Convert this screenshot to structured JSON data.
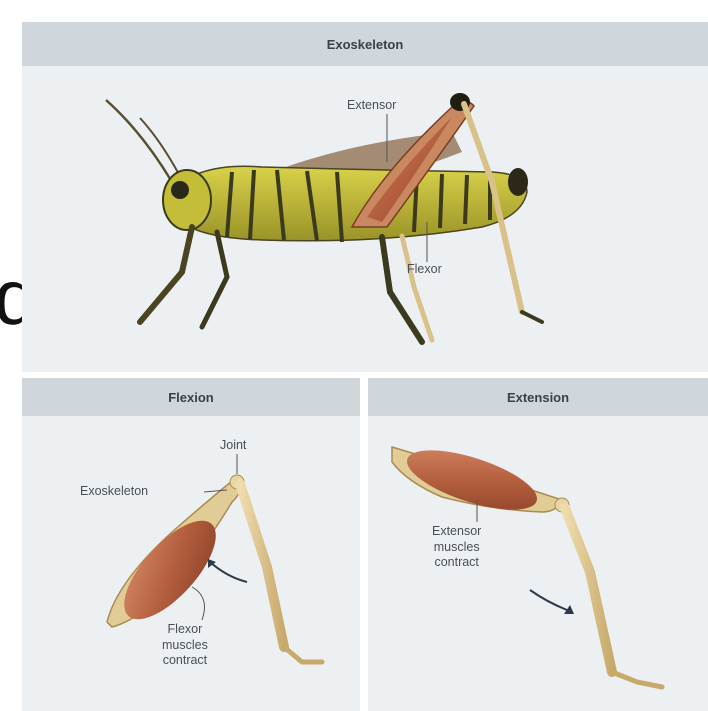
{
  "stray_glyph": "d",
  "headers": {
    "top": "Exoskeleton",
    "flexion": "Flexion",
    "extension": "Extension"
  },
  "labels": {
    "extensor": "Extensor",
    "flexor": "Flexor",
    "joint": "Joint",
    "exoskeleton": "Exoskeleton",
    "flexor_contract": [
      "Flexor",
      "muscles",
      "contract"
    ],
    "extensor_contract": [
      "Extensor",
      "muscles",
      "contract"
    ]
  },
  "colors": {
    "header_bg": "#cfd6dc",
    "panel_bg": "#edf0f2",
    "muscle": "#b5603f",
    "leg": "#d9c18a",
    "body_yellow": "#c9c23a",
    "body_dark": "#3b3a1e"
  }
}
